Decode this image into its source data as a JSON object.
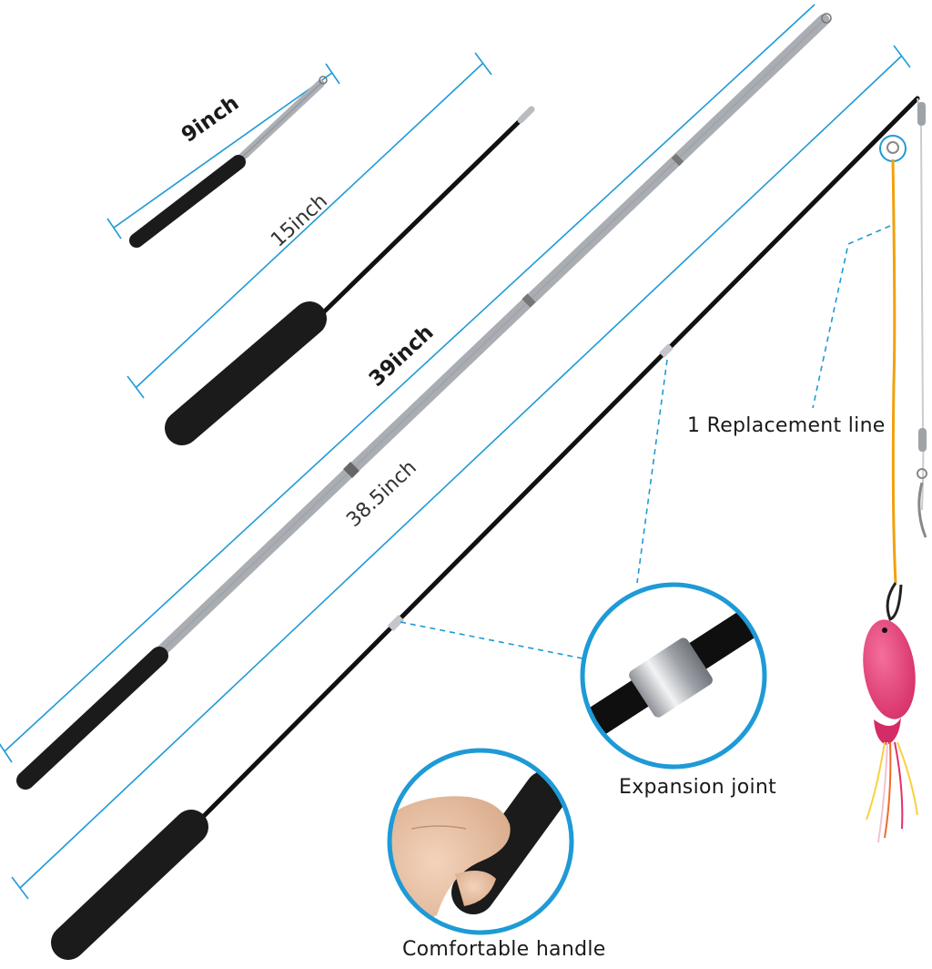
{
  "dimensions": {
    "rod_9": "9inch",
    "rod_15": "15inch",
    "rod_39": "39inch",
    "rod_38_5": "38.5inch"
  },
  "callouts": {
    "replacement_line": "1 Replacement line",
    "expansion_joint": "Expansion  joint",
    "comfortable_handle": "Comfortable  handle"
  },
  "colors": {
    "accent": "#1e9ad6",
    "handle": "#1b1b1b",
    "rod_black": "#111111",
    "steel": "#c9ccd0",
    "line_orange": "#f2a10c",
    "toy_pink": "#e8407a"
  }
}
